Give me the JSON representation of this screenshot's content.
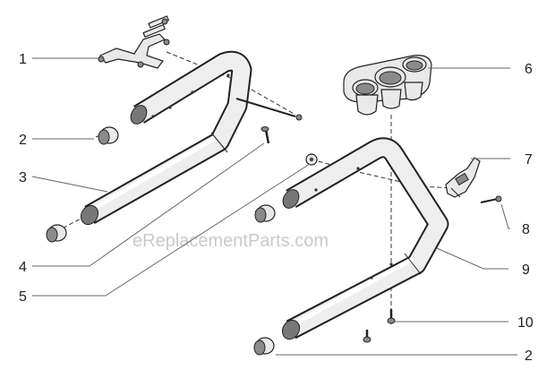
{
  "watermark": "eReplacementParts.com",
  "callouts": [
    {
      "id": "c1",
      "label": "1"
    },
    {
      "id": "c2a",
      "label": "2"
    },
    {
      "id": "c3",
      "label": "3"
    },
    {
      "id": "c4",
      "label": "4"
    },
    {
      "id": "c5",
      "label": "5"
    },
    {
      "id": "c6",
      "label": "6"
    },
    {
      "id": "c7",
      "label": "7"
    },
    {
      "id": "c8",
      "label": "8"
    },
    {
      "id": "c9",
      "label": "9"
    },
    {
      "id": "c10",
      "label": "10"
    },
    {
      "id": "c2b",
      "label": "2"
    }
  ]
}
